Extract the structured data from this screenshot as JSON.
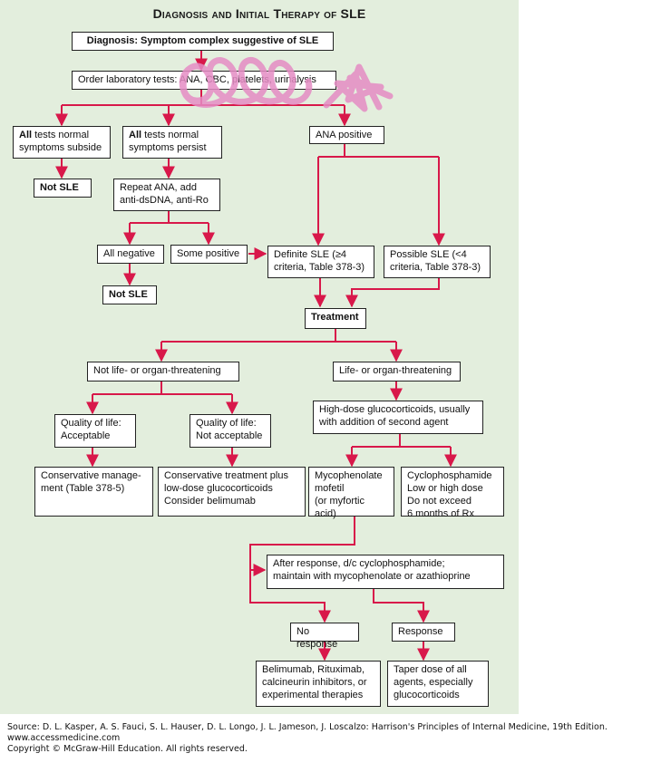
{
  "title": "Diagnosis and Initial Therapy of SLE",
  "nodes": {
    "diagnosis": "Diagnosis: Symptom complex suggestive of SLE",
    "order_tests": "Order laboratory tests: ANA, CBC, platelets, urinalysis",
    "all_normal_subside": {
      "lead": "All",
      "rest": " tests normal\nsymptoms subside"
    },
    "all_normal_persist": {
      "lead": "All",
      "rest": " tests normal\nsymptoms persist"
    },
    "ana_positive": "ANA positive",
    "not_sle_1": "Not SLE",
    "repeat_ana": "Repeat ANA, add\nanti-dsDNA, anti-Ro",
    "all_negative": "All negative",
    "some_positive": "Some positive",
    "definite_sle": "Definite SLE (≥4\ncriteria, Table 378-3)",
    "possible_sle": "Possible SLE (<4\ncriteria, Table 378-3)",
    "not_sle_2": "Not SLE",
    "treatment": "Treatment",
    "not_life_threatening": "Not life- or organ-threatening",
    "life_threatening": "Life- or organ-threatening",
    "qol_acceptable": "Quality of life:\nAcceptable",
    "qol_not_acceptable": "Quality of life:\nNot acceptable",
    "high_dose": "High-dose glucocorticoids, usually\nwith addition of second agent",
    "conservative_management": "Conservative manage-\nment (Table 378-5)",
    "conservative_treatment": "Conservative treatment plus\nlow-dose glucocorticoids\nConsider belimumab",
    "mycophenolate": "Mycophenolate\nmofetil\n(or myfortic acid)",
    "cyclophosphamide": "Cyclophosphamide\nLow or high dose\nDo not exceed\n6 months of Rx",
    "after_response": "After response, d/c cyclophosphamide;\nmaintain with mycophenolate or azathioprine",
    "no_response": "No response",
    "response": "Response",
    "belimumab": "Belimumab, Rituximab,\ncalcineurin inhibitors, or\nexperimental therapies",
    "taper": "Taper dose of all\nagents, especially\nglucocorticoids"
  },
  "footer": {
    "source": "Source: D. L. Kasper, A. S. Fauci, S. L. Hauser, D. L. Longo, J. L. Jameson, J. Loscalzo: Harrison's Principles of Internal Medicine, 19th Edition.",
    "url": "www.accessmedicine.com",
    "copyright": "Copyright © McGraw-Hill Education.  All rights reserved."
  },
  "colors": {
    "arrow": "#d8184a",
    "panel": "#e3eedd",
    "scribble": "#e58cc4"
  }
}
